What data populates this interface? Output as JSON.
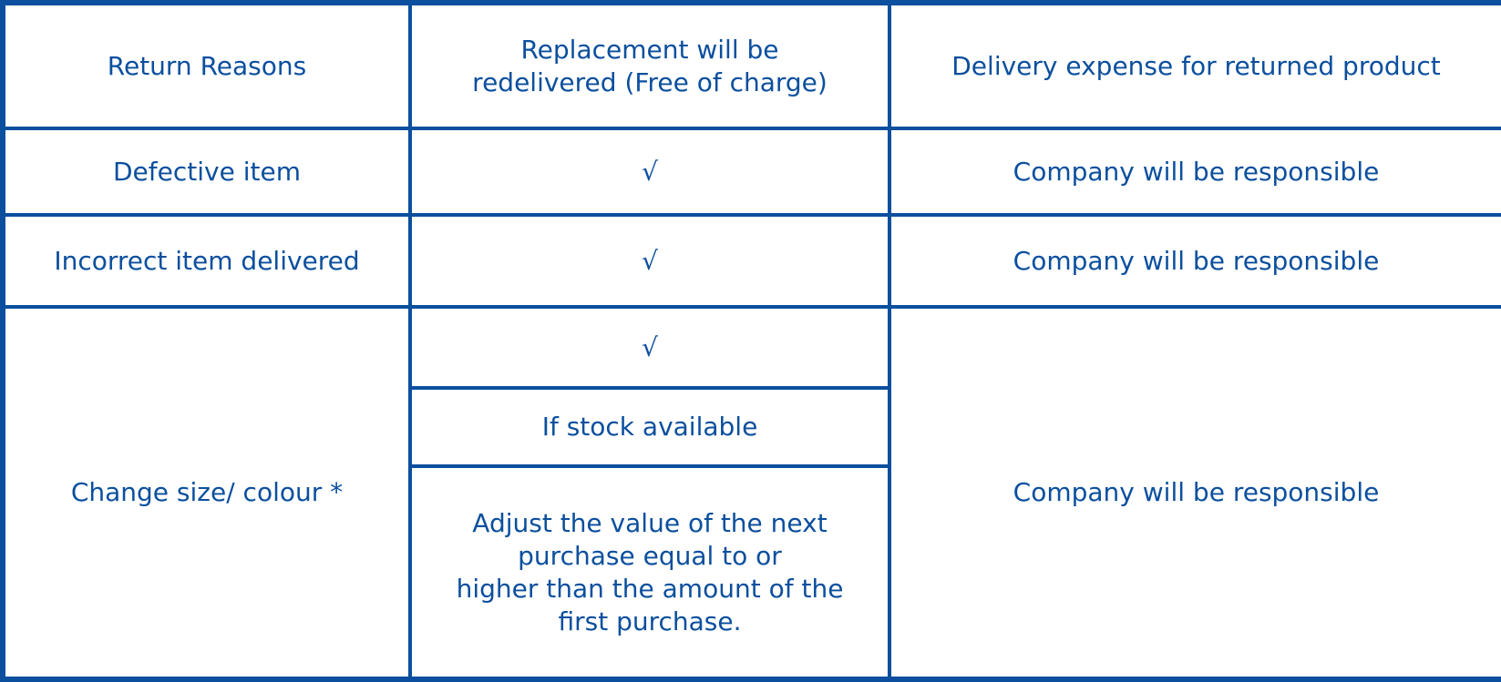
{
  "table": {
    "headers": {
      "return_reasons": "Return Reasons",
      "replacement": "Replacement will be\nredelivered (Free of charge)",
      "delivery_expense": "Delivery expense for returned product"
    },
    "rows": [
      {
        "reason": "Defective item",
        "replacement": "√",
        "expense": "Company will be responsible"
      },
      {
        "reason": "Incorrect item delivered",
        "replacement": "√",
        "expense": "Company will be responsible"
      },
      {
        "reason": "Change size/ colour *",
        "replacement_options": [
          "√",
          "If stock available",
          "Adjust the value of the next\npurchase equal to or\nhigher than the amount of the\nfirst purchase."
        ],
        "expense": "Company will be responsible"
      }
    ]
  },
  "colors": {
    "border": "#0b4f9e",
    "text": "#0b4f9e",
    "background": "#ffffff"
  }
}
